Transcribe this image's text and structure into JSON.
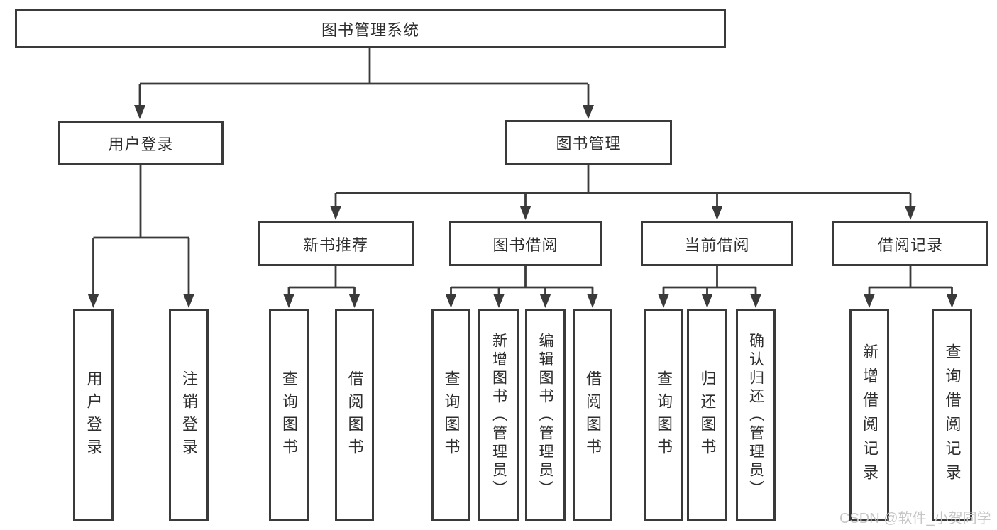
{
  "diagram": {
    "title": "图书管理系统",
    "root": "图书管理系统",
    "level2": {
      "user_login": "用户登录",
      "book_management": "图书管理"
    },
    "level3": {
      "new_book_recommend": "新书推荐",
      "book_borrow": "图书借阅",
      "current_borrow": "当前借阅",
      "borrow_records": "借阅记录"
    },
    "leaves": {
      "user_login": "用户登录",
      "logout": "注销登录",
      "nb_query_books": "查询图书",
      "nb_borrow_books": "借阅图书",
      "bb_query_books": "查询图书",
      "bb_add_books_admin": "新增图书（管理员）",
      "bb_edit_books_admin": "编辑图书（管理员）",
      "bb_borrow_books": "借阅图书",
      "cb_query_books": "查询图书",
      "cb_return_books": "归还图书",
      "cb_confirm_return_admin": "确认归还（管理员）",
      "br_add_record": "新增借阅记录",
      "br_query_record": "查询借阅记录"
    },
    "edges": [
      {
        "from": "图书管理系统",
        "to": "用户登录"
      },
      {
        "from": "图书管理系统",
        "to": "图书管理"
      },
      {
        "from": "用户登录",
        "to": "用户登录"
      },
      {
        "from": "用户登录",
        "to": "注销登录"
      },
      {
        "from": "图书管理",
        "to": "新书推荐"
      },
      {
        "from": "图书管理",
        "to": "图书借阅"
      },
      {
        "from": "图书管理",
        "to": "当前借阅"
      },
      {
        "from": "图书管理",
        "to": "借阅记录"
      },
      {
        "from": "新书推荐",
        "to": "查询图书"
      },
      {
        "from": "新书推荐",
        "to": "借阅图书"
      },
      {
        "from": "图书借阅",
        "to": "查询图书"
      },
      {
        "from": "图书借阅",
        "to": "新增图书（管理员）"
      },
      {
        "from": "图书借阅",
        "to": "编辑图书（管理员）"
      },
      {
        "from": "图书借阅",
        "to": "借阅图书"
      },
      {
        "from": "当前借阅",
        "to": "查询图书"
      },
      {
        "from": "当前借阅",
        "to": "归还图书"
      },
      {
        "from": "当前借阅",
        "to": "确认归还（管理员）"
      },
      {
        "from": "借阅记录",
        "to": "新增借阅记录"
      },
      {
        "from": "借阅记录",
        "to": "查询借阅记录"
      }
    ]
  },
  "watermark": "CSDN @软件_小贺同学",
  "colors": {
    "line": "#3a3a3a",
    "box_border": "#3a3a3a",
    "text": "#2e2e2e",
    "watermark": "#c6c6c6",
    "background": "#ffffff"
  }
}
